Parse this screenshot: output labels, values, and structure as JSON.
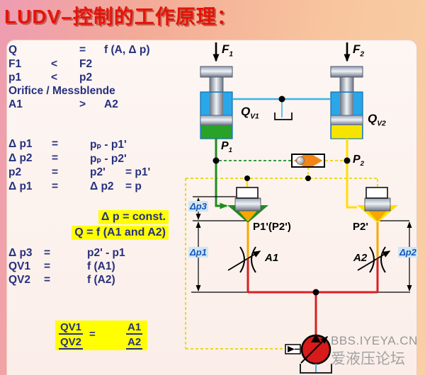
{
  "title": "LUDV–控制的工作原理：",
  "watermark": {
    "line1": "BBS.IYEYA.CN",
    "line2": "爱液压论坛"
  },
  "formulas": {
    "b1r1": {
      "lhs": "Q",
      "op": "=",
      "rhs": "f (A, Δ p)"
    },
    "b1r2": {
      "lhs": "F1",
      "op": "<",
      "rhs": "F2"
    },
    "b1r3": {
      "lhs": "p1",
      "op": "<",
      "rhs": "p2"
    },
    "b1r4": {
      "text": "Orifice / Messblende"
    },
    "b1r5": {
      "lhs": "A1",
      "op": ">",
      "rhs": "A2"
    },
    "b2r1": {
      "lhs": "Δ p1",
      "op": "=",
      "rhs": "pₚ - p1'"
    },
    "b2r2": {
      "lhs": "Δ p2",
      "op": "=",
      "rhs": "pₚ - p2'"
    },
    "b2r3": {
      "lhs": "p2",
      "op": "=",
      "rhs": "p2'",
      "extra": "= p1'"
    },
    "b2r4": {
      "lhs": "Δ p1",
      "op": "=",
      "rhs": "Δ p2",
      "extra": "= p"
    },
    "hl1": "Δ p = const.",
    "hl2": "Q = f (A1 and A2)",
    "b3r1": {
      "lhs": "Δ p3",
      "op": "=",
      "rhs": "p2' - p1"
    },
    "b3r2": {
      "lhs": "QV1",
      "op": "=",
      "rhs": "f (A1)"
    },
    "b3r3": {
      "lhs": "QV2",
      "op": "=",
      "rhs": "f (A2)"
    },
    "frac": {
      "num_l": "QV1",
      "den_l": "QV2",
      "eq": "=",
      "num_r": "A1",
      "den_r": "A2"
    }
  },
  "diagram": {
    "labels": {
      "f1": {
        "base": "F",
        "sub": "1"
      },
      "f2": {
        "base": "F",
        "sub": "2"
      },
      "qv1": {
        "base": "Q",
        "sub": "V1"
      },
      "qv2": {
        "base": "Q",
        "sub": "V2"
      },
      "p1": {
        "base": "P",
        "sub": "1"
      },
      "p2": {
        "base": "P",
        "sub": "2"
      },
      "p1p2": "P1'(P2')",
      "p2p": "P2'",
      "a1": "A1",
      "a2": "A2",
      "dp1": "Δp1",
      "dp2": "Δp2",
      "dp3": "Δp3"
    },
    "colors": {
      "cylinder_blue": "#2aa7e8",
      "chamber_green": "#28a228",
      "chamber_yellow": "#f6e400",
      "line_green": "#1e8c1e",
      "line_yellow": "#ffdf00",
      "line_cyan": "#3cb4e6",
      "line_red": "#d82020",
      "line_orange": "#f5a800",
      "ls_dashed_yellow": "#e4d700",
      "shuttle_valve_orange": "#f28418",
      "pump_red": "#d81a1a",
      "highlight_yellow": "#ffff00",
      "formula_navy": "#26307e",
      "title_red": "#e41408"
    }
  }
}
